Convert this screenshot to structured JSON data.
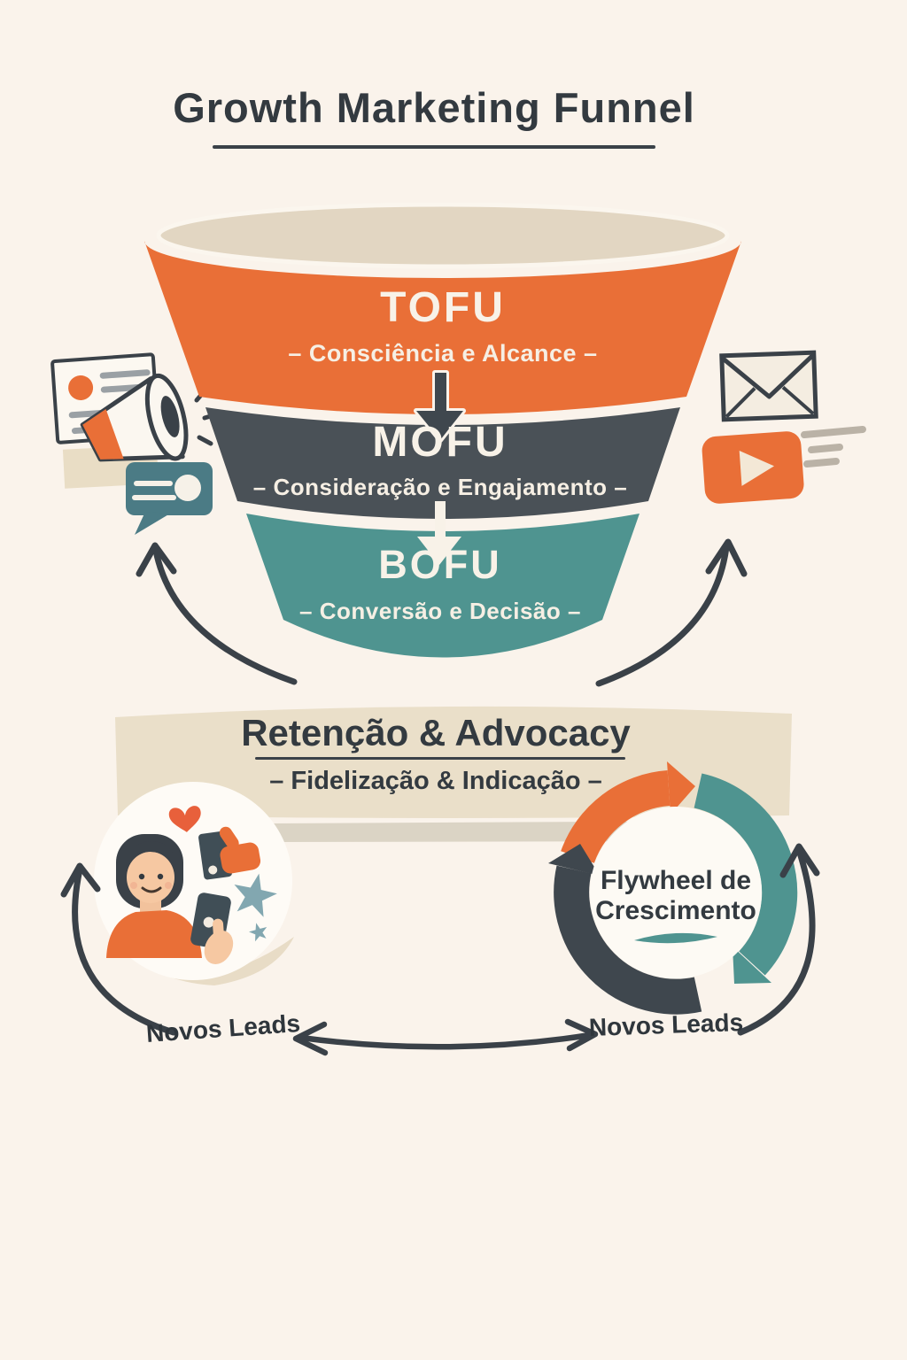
{
  "title": "Growth Marketing Funnel",
  "funnel": {
    "stages": [
      {
        "name": "TOFU",
        "subtitle": "– Consciência e Alcance –",
        "color": "#e96f37"
      },
      {
        "name": "MOFU",
        "subtitle": "– Consideração e Engajamento –",
        "color": "#4a5157"
      },
      {
        "name": "BOFU",
        "subtitle": "– Conversão e Decisão –",
        "color": "#4f9490"
      }
    ]
  },
  "retention": {
    "title": "Retenção & Advocacy",
    "subtitle": "– Fidelização & Indicação –"
  },
  "flywheel": {
    "line1": "Flywheel de",
    "line2": "Crescimento"
  },
  "leads": {
    "left": "Novos Leads",
    "right": "Novos Leads"
  },
  "colors": {
    "background": "#faf3eb",
    "orange": "#e96f37",
    "charcoal": "#4a5157",
    "teal": "#4f9490",
    "funnel_mouth": "#e2d6c2",
    "retention_band": "#eadfc9",
    "ink": "#333a40"
  },
  "icons": {
    "left_cluster": [
      "document-icon",
      "megaphone-icon",
      "chat-bubble-icon"
    ],
    "right_cluster": [
      "envelope-icon",
      "video-play-icon"
    ],
    "advocacy_cluster": [
      "heart-icon",
      "thumbs-up-icon",
      "phone-icon",
      "star-icon",
      "person-avatar"
    ],
    "cycle": "flywheel-cycle-icon"
  }
}
